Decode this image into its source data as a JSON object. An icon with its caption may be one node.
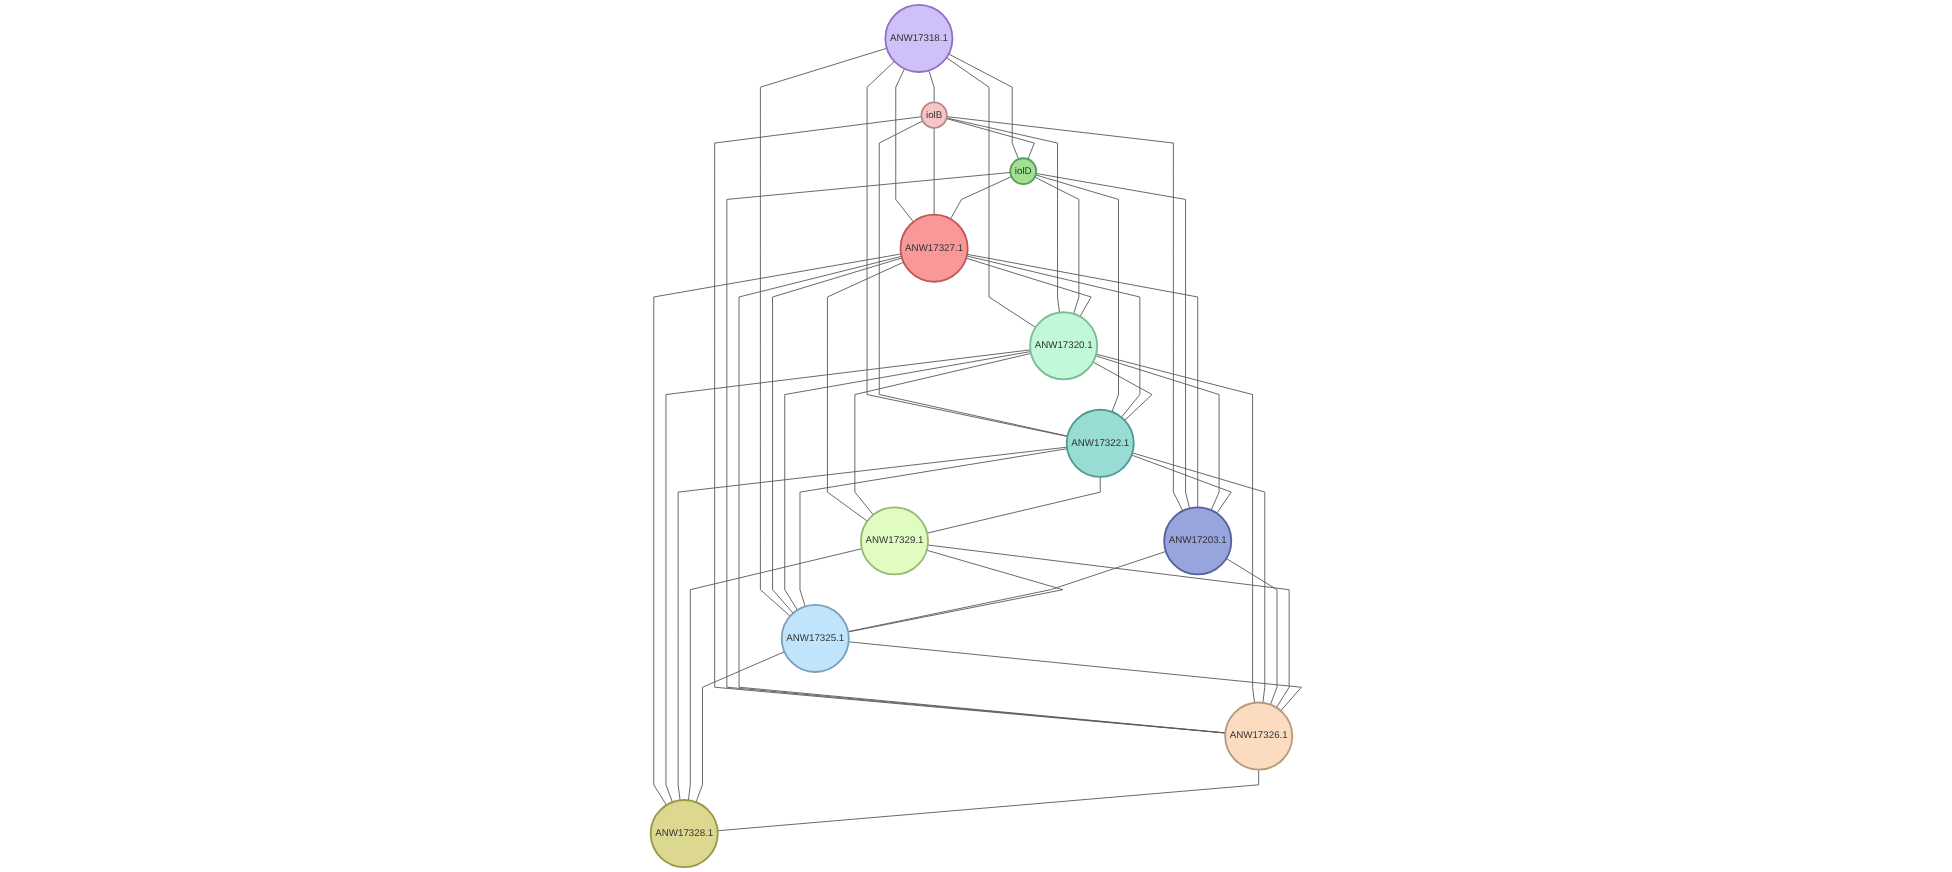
{
  "diagram": {
    "nodes": [
      {
        "text": [
          "ANW17318.1"
        ]
      },
      {
        "text": [
          "iolB"
        ]
      },
      {
        "text": [
          "iolD"
        ]
      },
      {
        "text": [
          "ANW17327.1"
        ]
      },
      {
        "text": [
          "ANW17320.1"
        ]
      },
      {
        "text": [
          "ANW17322.1"
        ]
      },
      {
        "text": [
          "ANW17203.1"
        ]
      },
      {
        "text": [
          "ANW17329.1"
        ]
      },
      {
        "text": [
          "ANW17325.1"
        ]
      },
      {
        "text": [
          "ANW17326.1"
        ]
      },
      {
        "text": [
          "ANW17328.1"
        ]
      }
    ],
    "edges": [
      {
        "from": 0,
        "to": 1,
        "arrow": "none"
      },
      {
        "from": 0,
        "to": 2,
        "arrow": "none"
      },
      {
        "from": 0,
        "to": 3,
        "arrow": "none"
      },
      {
        "from": 0,
        "to": 4,
        "arrow": "none"
      },
      {
        "from": 0,
        "to": 5,
        "arrow": "none"
      },
      {
        "from": 0,
        "to": 8,
        "arrow": "none"
      },
      {
        "from": 1,
        "to": 2,
        "arrow": "none"
      },
      {
        "from": 1,
        "to": 3,
        "arrow": "none"
      },
      {
        "from": 1,
        "to": 4,
        "arrow": "none"
      },
      {
        "from": 1,
        "to": 5,
        "arrow": "none"
      },
      {
        "from": 1,
        "to": 6,
        "arrow": "none"
      },
      {
        "from": 1,
        "to": 9,
        "arrow": "none"
      },
      {
        "from": 2,
        "to": 3,
        "arrow": "none"
      },
      {
        "from": 2,
        "to": 4,
        "arrow": "none"
      },
      {
        "from": 2,
        "to": 5,
        "arrow": "none"
      },
      {
        "from": 2,
        "to": 6,
        "arrow": "none"
      },
      {
        "from": 2,
        "to": 9,
        "arrow": "none"
      },
      {
        "from": 3,
        "to": 4,
        "arrow": "none"
      },
      {
        "from": 3,
        "to": 5,
        "arrow": "none"
      },
      {
        "from": 3,
        "to": 6,
        "arrow": "none"
      },
      {
        "from": 3,
        "to": 7,
        "arrow": "none"
      },
      {
        "from": 3,
        "to": 8,
        "arrow": "none"
      },
      {
        "from": 3,
        "to": 9,
        "arrow": "none"
      },
      {
        "from": 3,
        "to": 10,
        "arrow": "none"
      },
      {
        "from": 4,
        "to": 5,
        "arrow": "none"
      },
      {
        "from": 4,
        "to": 6,
        "arrow": "none"
      },
      {
        "from": 4,
        "to": 7,
        "arrow": "none"
      },
      {
        "from": 4,
        "to": 8,
        "arrow": "none"
      },
      {
        "from": 4,
        "to": 9,
        "arrow": "none"
      },
      {
        "from": 4,
        "to": 10,
        "arrow": "none"
      },
      {
        "from": 5,
        "to": 6,
        "arrow": "none"
      },
      {
        "from": 5,
        "to": 7,
        "arrow": "none"
      },
      {
        "from": 5,
        "to": 8,
        "arrow": "none"
      },
      {
        "from": 5,
        "to": 9,
        "arrow": "none"
      },
      {
        "from": 5,
        "to": 10,
        "arrow": "none"
      },
      {
        "from": 6,
        "to": 8,
        "arrow": "none"
      },
      {
        "from": 6,
        "to": 9,
        "arrow": "none"
      },
      {
        "from": 7,
        "to": 8,
        "arrow": "none"
      },
      {
        "from": 7,
        "to": 9,
        "arrow": "none"
      },
      {
        "from": 7,
        "to": 10,
        "arrow": "none"
      },
      {
        "from": 8,
        "to": 9,
        "arrow": "none"
      },
      {
        "from": 8,
        "to": 10,
        "arrow": "none"
      },
      {
        "from": 9,
        "to": 10,
        "arrow": "none"
      }
    ]
  }
}
